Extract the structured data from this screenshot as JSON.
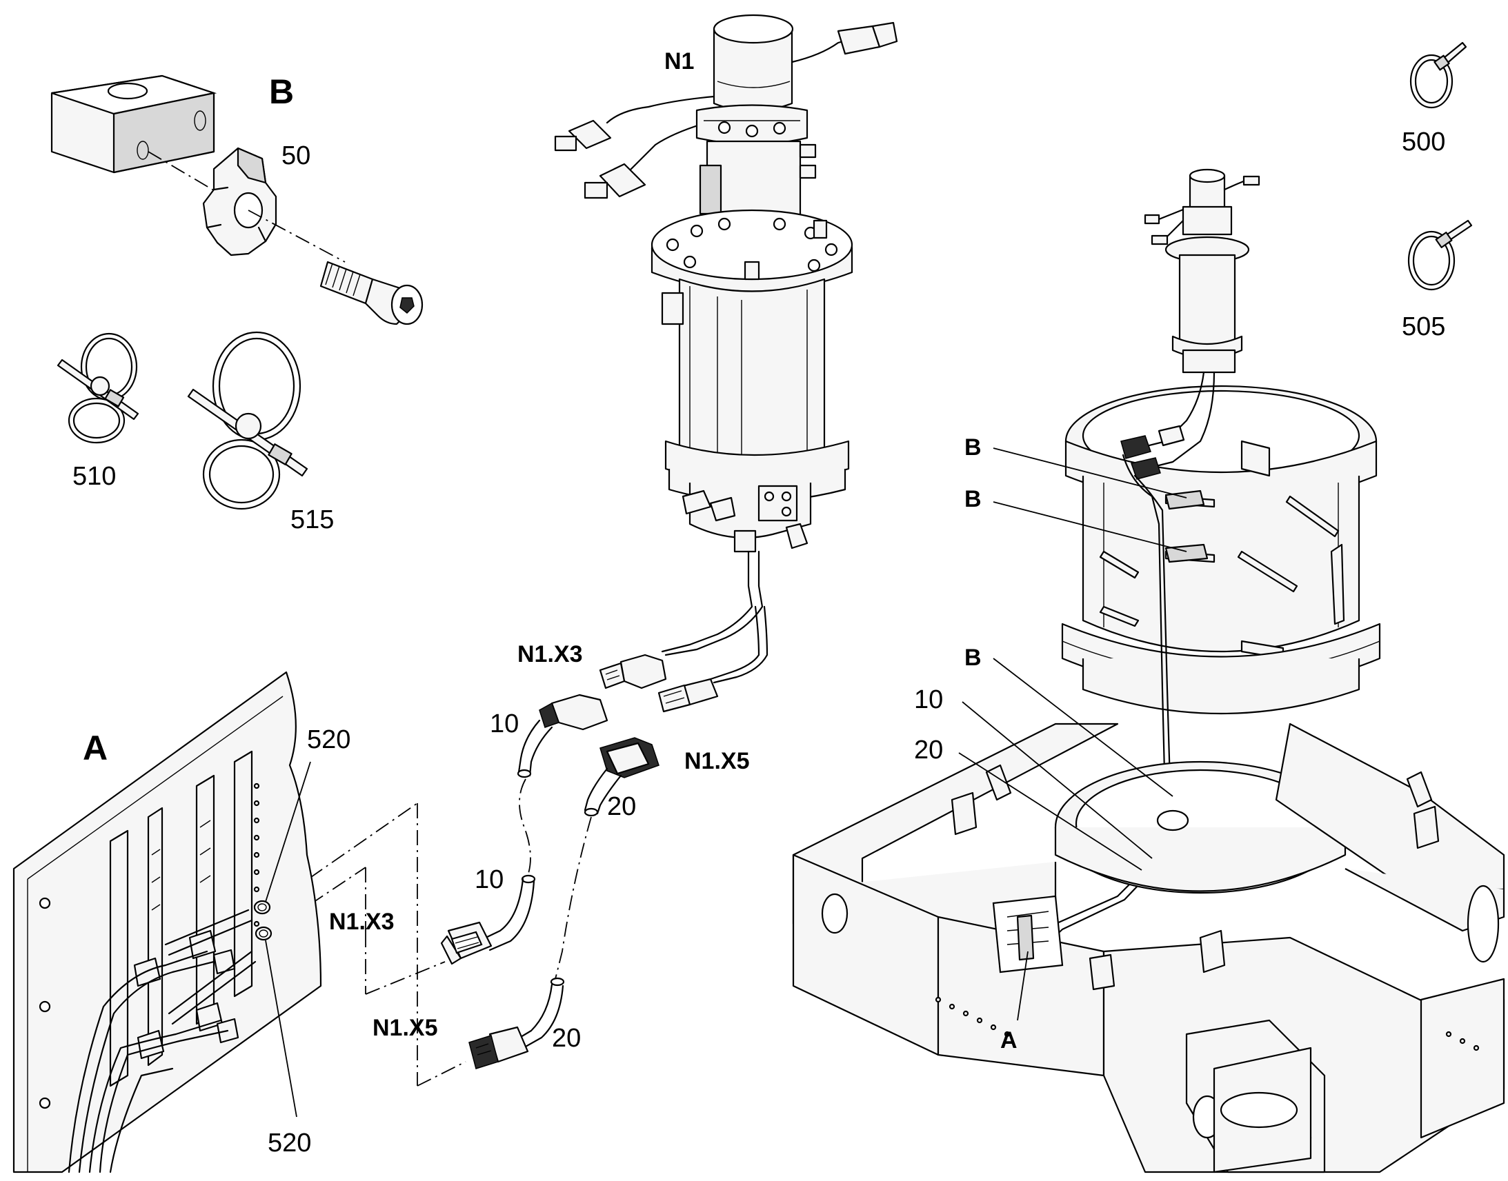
{
  "labels": {
    "view_a": "A",
    "view_b": "B",
    "n1": "N1",
    "n1_x3_top": "N1.X3",
    "n1_x5_top": "N1.X5",
    "n1_x3_mid": "N1.X3",
    "n1_x5_mid": "N1.X5",
    "cable_10_top": "10",
    "cable_20_top": "20",
    "cable_10_mid": "10",
    "cable_20_mid": "20",
    "cable_10_right": "10",
    "cable_20_right": "20",
    "part_50": "50",
    "part_500": "500",
    "part_505": "505",
    "part_510": "510",
    "part_515": "515",
    "part_520_top": "520",
    "part_520_bottom": "520",
    "ref_b_1": "B",
    "ref_b_2": "B",
    "ref_b_3": "B",
    "ref_a": "A"
  }
}
